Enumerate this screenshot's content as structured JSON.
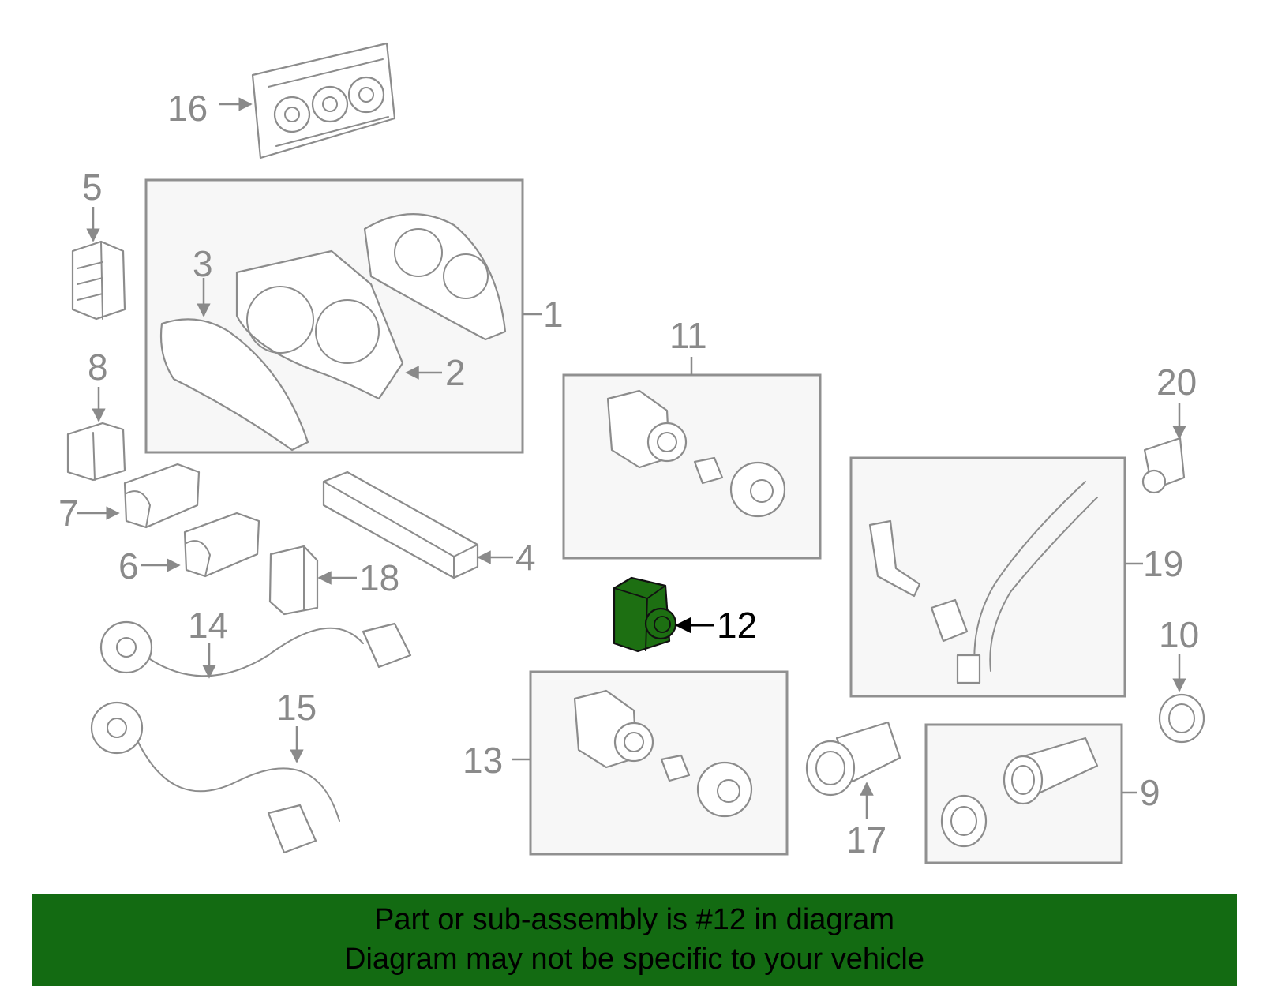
{
  "callouts": {
    "c1": "1",
    "c2": "2",
    "c3": "3",
    "c4": "4",
    "c5": "5",
    "c6": "6",
    "c7": "7",
    "c8": "8",
    "c9": "9",
    "c10": "10",
    "c11": "11",
    "c12": "12",
    "c13": "13",
    "c14": "14",
    "c15": "15",
    "c16": "16",
    "c17": "17",
    "c18": "18",
    "c19": "19",
    "c20": "20"
  },
  "highlight": {
    "part_number": "12",
    "color": "#1d6f12"
  },
  "banner": {
    "line1": "Part or sub-assembly is #12 in diagram",
    "line2": "Diagram may not be specific to your vehicle",
    "color": "#136b12"
  }
}
